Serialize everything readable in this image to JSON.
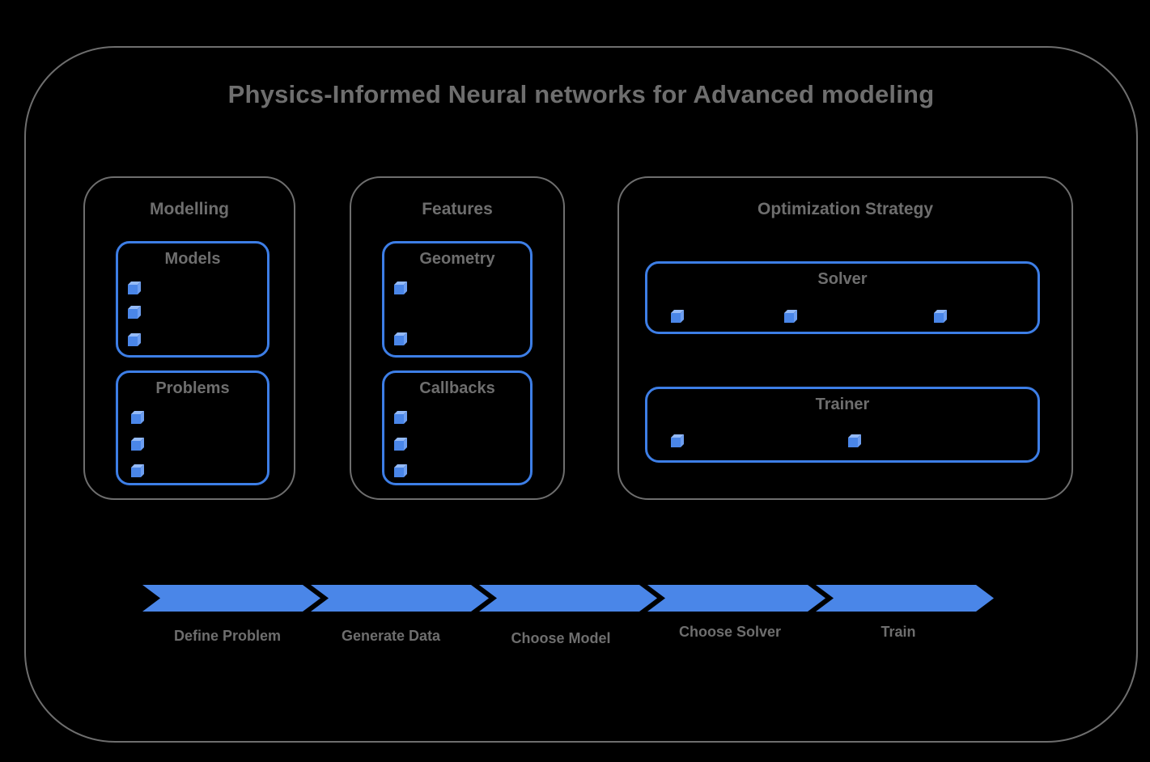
{
  "diagram": {
    "title": "Physics-Informed Neural networks for Advanced modeling",
    "sections": [
      {
        "title": "Modelling",
        "boxes": [
          {
            "title": "Models",
            "bullet_count": 3
          },
          {
            "title": "Problems",
            "bullet_count": 3
          }
        ]
      },
      {
        "title": "Features",
        "boxes": [
          {
            "title": "Geometry",
            "bullet_count": 2
          },
          {
            "title": "Callbacks",
            "bullet_count": 3
          }
        ]
      },
      {
        "title": "Optimization Strategy",
        "boxes": [
          {
            "title": "Solver",
            "bullet_count": 3
          },
          {
            "title": "Trainer",
            "bullet_count": 2
          }
        ]
      }
    ],
    "flow": {
      "steps": [
        "Define Problem",
        "Generate Data",
        "Choose Model",
        "Choose Solver",
        "Train"
      ]
    },
    "icons": {
      "bullet": "cube-icon"
    },
    "colors": {
      "accent_blue": "#4a86e8",
      "box_border_blue": "#3d7ee6",
      "outline_gray": "#6e6e6e",
      "text_gray": "#6e6e6e",
      "background": "#000000"
    }
  }
}
